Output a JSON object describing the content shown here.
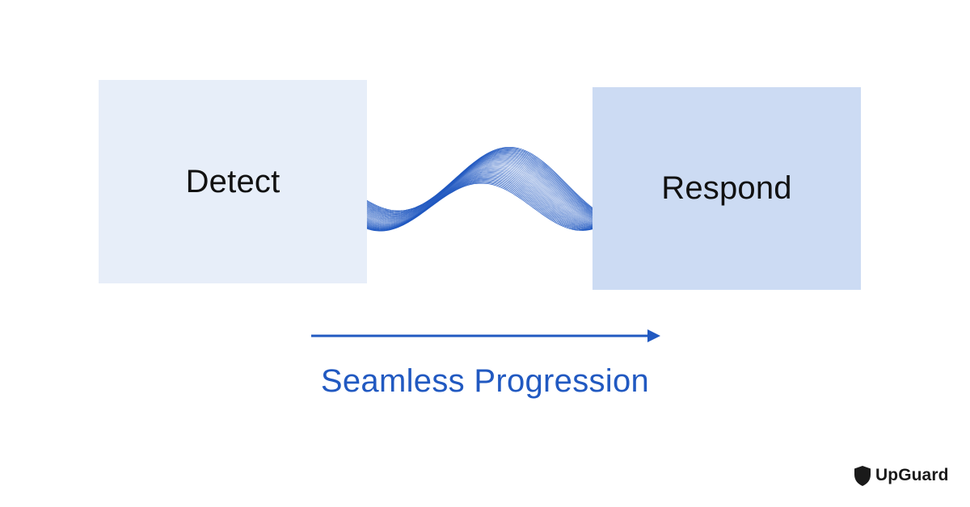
{
  "diagram": {
    "stages": [
      {
        "label": "Detect",
        "fill": "#e7eef9"
      },
      {
        "label": "Respond",
        "fill": "#ccdbf3"
      }
    ],
    "progression_label": "Seamless Progression",
    "accent_color": "#2159c1",
    "text_color": "#111111"
  },
  "brand": {
    "name": "UpGuard",
    "icon": "shield-icon"
  }
}
